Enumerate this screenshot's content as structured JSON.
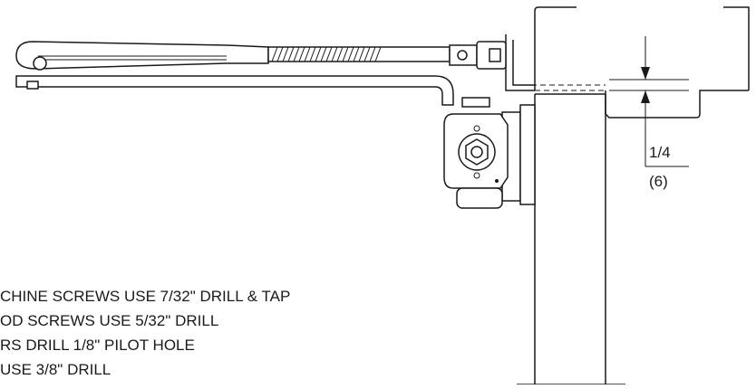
{
  "dimension": {
    "inch": "1/4",
    "mm": "(6)"
  },
  "notes": [
    "CHINE SCREWS USE 7/32\" DRILL & TAP",
    "OD SCREWS USE 5/32\" DRILL",
    "RS DRILL 1/8\" PILOT HOLE",
    "USE 3/8\" DRILL"
  ]
}
